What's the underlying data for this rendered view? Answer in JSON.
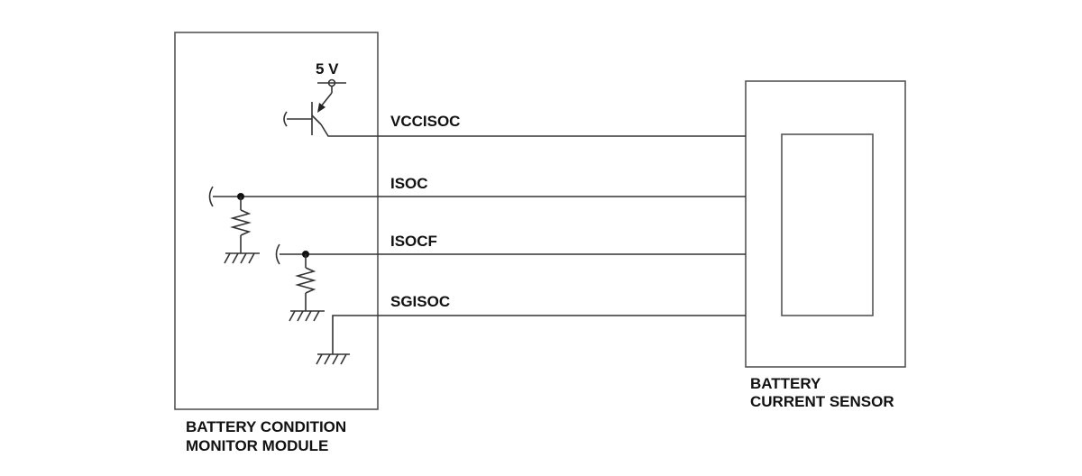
{
  "diagram": {
    "module_label_line1": "BATTERY CONDITION",
    "module_label_line2": "MONITOR MODULE",
    "sensor_label_line1": "BATTERY",
    "sensor_label_line2": "CURRENT SENSOR",
    "supply_label": "5 V",
    "wires": [
      {
        "label": "VCCISOC"
      },
      {
        "label": "ISOC"
      },
      {
        "label": "ISOCF"
      },
      {
        "label": "SGISOC"
      }
    ]
  }
}
